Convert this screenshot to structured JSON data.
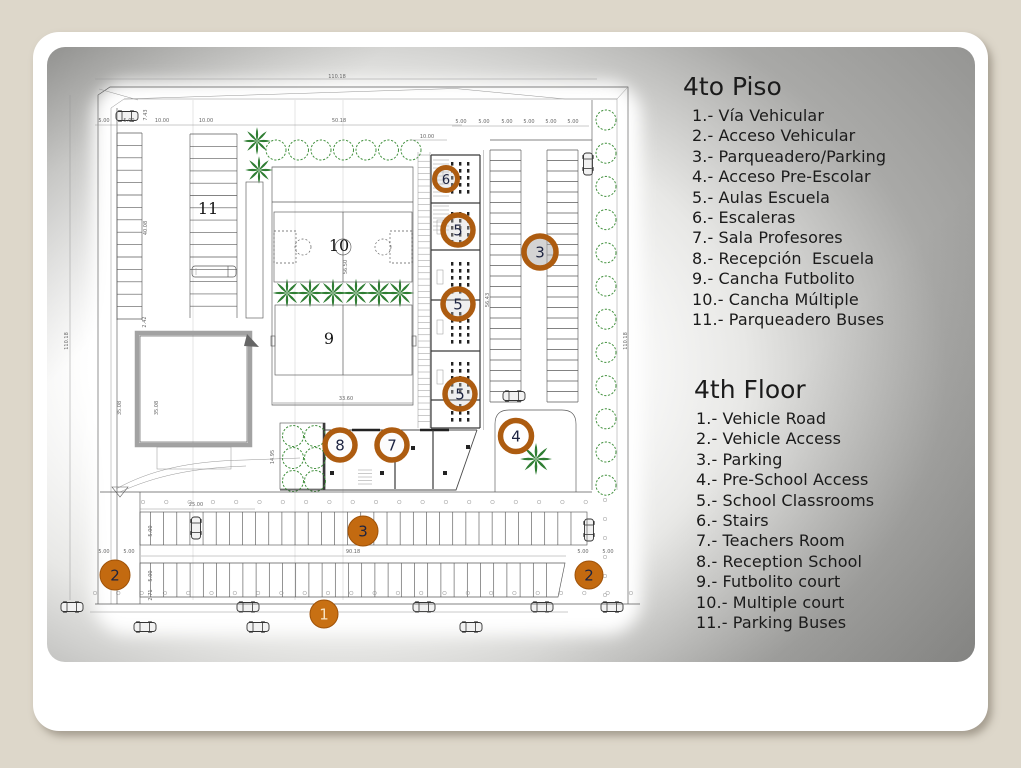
{
  "legend_es": {
    "title": "4to Piso",
    "items": [
      "1.- Vía Vehicular",
      "2.- Acceso Vehicular",
      "3.- Parqueadero/Parking",
      "4.- Acceso Pre-Escolar",
      "5.- Aulas Escuela",
      "6.- Escaleras",
      "7.- Sala Profesores",
      "8.- Recepción  Escuela",
      "9.- Cancha Futbolito",
      "10.- Cancha Múltiple",
      "11.- Parqueadero Buses"
    ]
  },
  "legend_en": {
    "title": "4th Floor",
    "items": [
      "1.- Vehicle Road",
      "2.- Vehicle Access",
      "3.- Parking",
      "4.- Pre-School Access",
      "5.- School Classrooms",
      "6.- Stairs",
      "7.- Teachers Room",
      "8.- Reception School",
      "9.- Futbolito court",
      "10.- Multiple court",
      "11.- Parking Buses"
    ]
  },
  "plan": {
    "area_labels": [
      {
        "t": "11"
      },
      {
        "t": "10"
      },
      {
        "t": "9"
      }
    ],
    "badges": [
      {
        "n": "6"
      },
      {
        "n": "5"
      },
      {
        "n": "5"
      },
      {
        "n": "5"
      },
      {
        "n": "3"
      },
      {
        "n": "8"
      },
      {
        "n": "7"
      },
      {
        "n": "4"
      },
      {
        "n": "3"
      },
      {
        "n": "2"
      },
      {
        "n": "2"
      },
      {
        "n": "1"
      }
    ],
    "dims": [
      {
        "t": "110.18"
      },
      {
        "t": "5.00"
      },
      {
        "t": "5.00"
      },
      {
        "t": "7.43"
      },
      {
        "t": "10.00"
      },
      {
        "t": "10.00"
      },
      {
        "t": "50.18"
      },
      {
        "t": "5.00"
      },
      {
        "t": "5.00"
      },
      {
        "t": "5.00"
      },
      {
        "t": "5.00"
      },
      {
        "t": "5.00"
      },
      {
        "t": "5.00"
      },
      {
        "t": "10.00"
      },
      {
        "t": "110.18"
      },
      {
        "t": "40.08"
      },
      {
        "t": "2.42"
      },
      {
        "t": "56.43"
      },
      {
        "t": "110.18"
      },
      {
        "t": "33.60"
      },
      {
        "t": "14.95"
      },
      {
        "t": "25.00"
      },
      {
        "t": "5.00"
      },
      {
        "t": "5.00"
      },
      {
        "t": "90.18"
      },
      {
        "t": "5.00"
      },
      {
        "t": "5.00"
      },
      {
        "t": "35.08"
      },
      {
        "t": "35.08"
      },
      {
        "t": "5.00"
      },
      {
        "t": "5.00"
      },
      {
        "t": "56.50"
      },
      {
        "t": "2.71"
      }
    ]
  },
  "colors": {
    "badge_ring": "#ad5c10",
    "badge_solid": "#c36a10",
    "tree_green": "#43913f",
    "palm_green": "#2e7d32"
  }
}
